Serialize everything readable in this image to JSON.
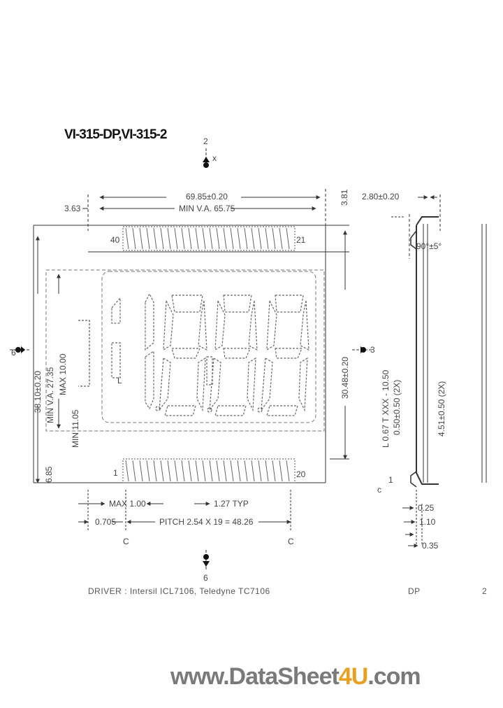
{
  "title": "VI-315-DP,VI-315-2",
  "dims": {
    "overall_width": "69.85±0.20",
    "va_width": "MIN V.A. 65.75",
    "left_offset": "3.63",
    "top_pin_row": "3.81",
    "pin_left_top": "40",
    "pin_right_top": "21",
    "pin_left_bottom": "1",
    "pin_right_bottom": "20",
    "overall_height": "38.10±0.20",
    "va_height": "MIN V.A. 27.35",
    "digit_max": "MAX 10.00",
    "min_1105": "MIN 11.05",
    "min_685": "6.85",
    "pin_field_height": "30.48±0.20",
    "max_100": "MAX 1.00",
    "typ_127": "1.27 TYP",
    "first_pin": "0.705",
    "pitch": "PITCH 2.54 X 19 = 48.26",
    "side_thickness": "2.80±0.20",
    "angle": "90°±5°",
    "side_l": "L 0.67 T XXX - 10.50",
    "side_2x_a": "0.50±0.50 (2X)",
    "side_2x_b": "4.51±0.50 (2X)",
    "pin_025": "0.25",
    "pin_110": "1.10",
    "pin_035": "0.35",
    "marker_top": "2",
    "marker_left": "6",
    "marker_right": "3",
    "marker_bottom": "6",
    "marker_x": "x",
    "bottom_c_left": "C",
    "bottom_c_right": "C",
    "side_small_1": "c",
    "side_small_2": "1",
    "digit_l_label": "L"
  },
  "footer": {
    "driver": "DRIVER : Intersil ICL7106, Teledyne TC7106",
    "dp": "DP",
    "page": "2"
  },
  "watermark": {
    "prefix": "www.DataSheet",
    "highlight": "4U",
    "suffix": ".com"
  }
}
